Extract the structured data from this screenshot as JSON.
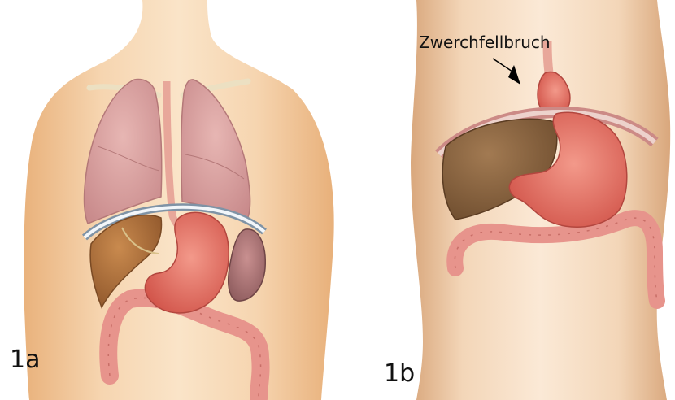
{
  "panels": [
    {
      "label": "1a"
    },
    {
      "label": "1b"
    }
  ],
  "annotation": {
    "text": "Zwerchfellbruch"
  }
}
